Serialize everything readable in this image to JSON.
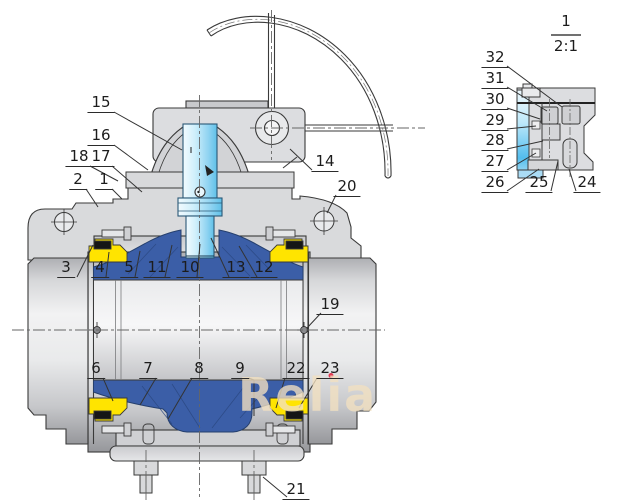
{
  "drawing_type": "ball-valve-cross-section",
  "watermark": "Relia",
  "detail_ref": {
    "number": "1",
    "scale": "2:1"
  },
  "labels": {
    "main": [
      "15",
      "16",
      "18",
      "17",
      "2",
      "1",
      "14",
      "20",
      "3",
      "4",
      "5",
      "11",
      "10",
      "13",
      "12",
      "19",
      "6",
      "7",
      "8",
      "9",
      "22",
      "23",
      "21"
    ],
    "detail": [
      "32",
      "31",
      "30",
      "29",
      "28",
      "27",
      "26",
      "25",
      "24"
    ]
  },
  "colors": {
    "ball_blue": "#3b5ea7",
    "seat_yellow": "#ffe400",
    "stem_cyan": "#8fd3f1",
    "body_gray": "#d9dadc",
    "seal_black": "#161616",
    "watermark_tan": "#f2e0c0",
    "marker_red": "#e23b52"
  }
}
